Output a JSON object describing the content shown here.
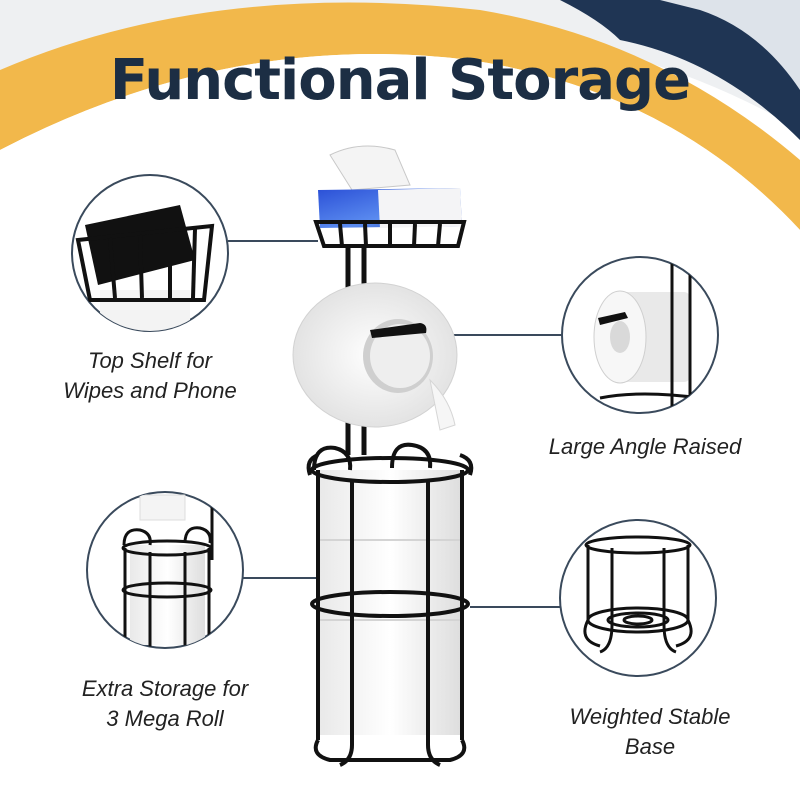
{
  "title": "Functional Storage",
  "colors": {
    "title": "#1c2e44",
    "accent_band": "#f2b84b",
    "navy_band": "#1f3554",
    "circle_border": "#3a4a5c",
    "metal": "#111111",
    "paper": "#ffffff"
  },
  "features": [
    {
      "line1": "Top Shelf for",
      "line2": "Wipes and Phone"
    },
    {
      "line1": "Large Angle Raised",
      "line2": ""
    },
    {
      "line1": "Extra Storage for",
      "line2": "3 Mega Roll"
    },
    {
      "line1": "Weighted Stable",
      "line2": "Base"
    }
  ]
}
